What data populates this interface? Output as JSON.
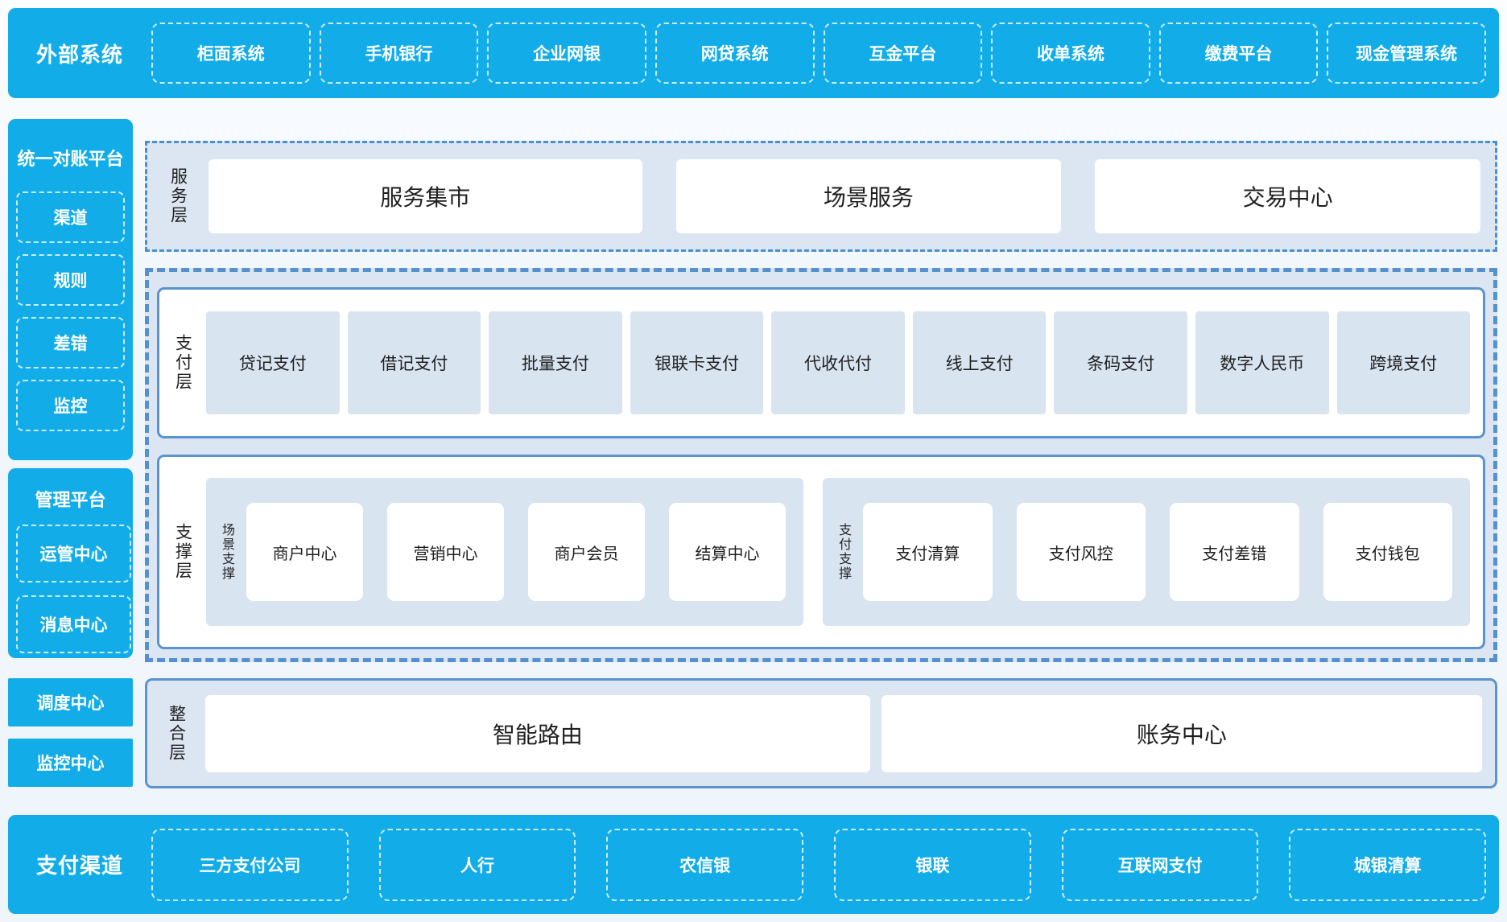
{
  "colors": {
    "brand_blue": "#12ADE9",
    "panel_bg": "#DCE6F2",
    "tile_bg": "#D9E4F1",
    "border_blue": "#5B93CE",
    "dash_border": "#5590CF",
    "dashdot_border": "#4A90D0",
    "text_dark": "#1F1F1F"
  },
  "external_systems": {
    "title": "外部系统",
    "items": [
      "柜面系统",
      "手机银行",
      "企业网银",
      "网贷系统",
      "互金平台",
      "收单系统",
      "缴费平台",
      "现金管理系统"
    ]
  },
  "left_panels": [
    {
      "title": "统一对账平台",
      "items": [
        "渠道",
        "规则",
        "差错",
        "监控"
      ]
    },
    {
      "title": "管理平台",
      "items": [
        "运管中心",
        "消息中心"
      ]
    }
  ],
  "left_buttons": [
    "调度中心",
    "监控中心"
  ],
  "layers": {
    "service": {
      "label": "服务层",
      "items": [
        "服务集市",
        "场景服务",
        "交易中心"
      ]
    },
    "payment": {
      "label": "支付层",
      "items": [
        "贷记支付",
        "借记支付",
        "批量支付",
        "银联卡支付",
        "代收代付",
        "线上支付",
        "条码支付",
        "数字人民币",
        "跨境支付"
      ]
    },
    "support": {
      "label": "支撑层",
      "groups": [
        {
          "label": "场景支撑",
          "items": [
            "商户中心",
            "营销中心",
            "商户会员",
            "结算中心"
          ]
        },
        {
          "label": "支付支撑",
          "items": [
            "支付清算",
            "支付风控",
            "支付差错",
            "支付钱包"
          ]
        }
      ]
    },
    "integration": {
      "label": "整合层",
      "items": [
        "智能路由",
        "账务中心"
      ]
    }
  },
  "payment_channels": {
    "title": "支付渠道",
    "items": [
      "三方支付公司",
      "人行",
      "农信银",
      "银联",
      "互联网支付",
      "城银清算"
    ]
  }
}
